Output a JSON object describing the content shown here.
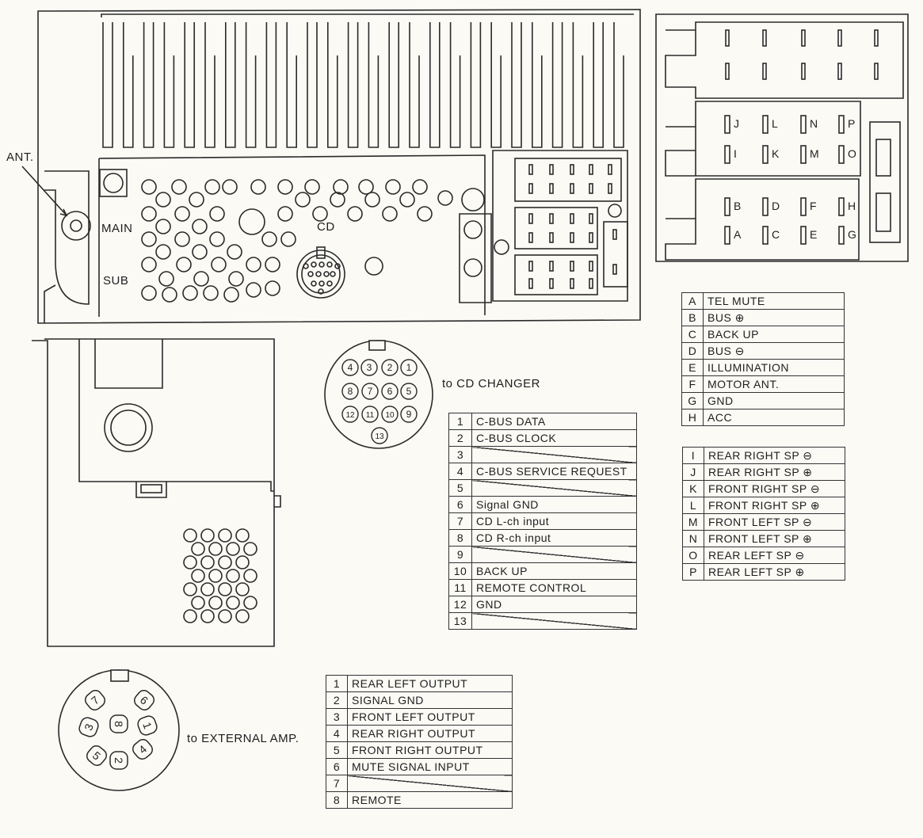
{
  "labels": {
    "ant": "ANT.",
    "main": "MAIN",
    "sub": "SUB",
    "cd": "CD",
    "to_cd_changer": "to CD CHANGER",
    "to_external_amp": "to EXTERNAL AMP."
  },
  "iso_connector": {
    "speaker_pins_top": [
      "J",
      "L",
      "N",
      "P"
    ],
    "speaker_pins_bottom": [
      "I",
      "K",
      "M",
      "O"
    ],
    "power_pins_top": [
      "B",
      "D",
      "F",
      "H"
    ],
    "power_pins_bottom": [
      "A",
      "C",
      "E",
      "G"
    ]
  },
  "cd_changer_connector": {
    "pins": [
      "1",
      "2",
      "3",
      "4",
      "5",
      "6",
      "7",
      "8",
      "9",
      "10",
      "11",
      "12",
      "13"
    ]
  },
  "amp_connector": {
    "pins": [
      "1",
      "2",
      "3",
      "4",
      "5",
      "6",
      "7",
      "8"
    ]
  },
  "power_table": [
    {
      "pin": "A",
      "function": "TEL MUTE"
    },
    {
      "pin": "B",
      "function": "BUS ⊕"
    },
    {
      "pin": "C",
      "function": "BACK UP"
    },
    {
      "pin": "D",
      "function": "BUS ⊖"
    },
    {
      "pin": "E",
      "function": "ILLUMINATION"
    },
    {
      "pin": "F",
      "function": "MOTOR ANT."
    },
    {
      "pin": "G",
      "function": "GND"
    },
    {
      "pin": "H",
      "function": "ACC"
    }
  ],
  "speaker_table": [
    {
      "pin": "I",
      "function": "REAR RIGHT SP ⊖"
    },
    {
      "pin": "J",
      "function": "REAR RIGHT SP ⊕"
    },
    {
      "pin": "K",
      "function": "FRONT RIGHT SP ⊖"
    },
    {
      "pin": "L",
      "function": "FRONT RIGHT SP ⊕"
    },
    {
      "pin": "M",
      "function": "FRONT LEFT SP ⊖"
    },
    {
      "pin": "N",
      "function": "FRONT LEFT SP ⊕"
    },
    {
      "pin": "O",
      "function": "REAR LEFT SP ⊖"
    },
    {
      "pin": "P",
      "function": "REAR LEFT SP ⊕"
    }
  ],
  "cd_table": [
    {
      "pin": "1",
      "function": "C-BUS DATA"
    },
    {
      "pin": "2",
      "function": "C-BUS CLOCK"
    },
    {
      "pin": "3",
      "function": ""
    },
    {
      "pin": "4",
      "function": "C-BUS SERVICE REQUEST"
    },
    {
      "pin": "5",
      "function": ""
    },
    {
      "pin": "6",
      "function": "Signal GND"
    },
    {
      "pin": "7",
      "function": "CD L-ch input"
    },
    {
      "pin": "8",
      "function": "CD R-ch input"
    },
    {
      "pin": "9",
      "function": ""
    },
    {
      "pin": "10",
      "function": "BACK UP"
    },
    {
      "pin": "11",
      "function": "REMOTE CONTROL"
    },
    {
      "pin": "12",
      "function": "GND"
    },
    {
      "pin": "13",
      "function": ""
    }
  ],
  "amp_table": [
    {
      "pin": "1",
      "function": "REAR LEFT OUTPUT"
    },
    {
      "pin": "2",
      "function": "SIGNAL GND"
    },
    {
      "pin": "3",
      "function": "FRONT LEFT OUTPUT"
    },
    {
      "pin": "4",
      "function": "REAR RIGHT OUTPUT"
    },
    {
      "pin": "5",
      "function": "FRONT RIGHT OUTPUT"
    },
    {
      "pin": "6",
      "function": "MUTE SIGNAL INPUT"
    },
    {
      "pin": "7",
      "function": ""
    },
    {
      "pin": "8",
      "function": "REMOTE"
    }
  ]
}
